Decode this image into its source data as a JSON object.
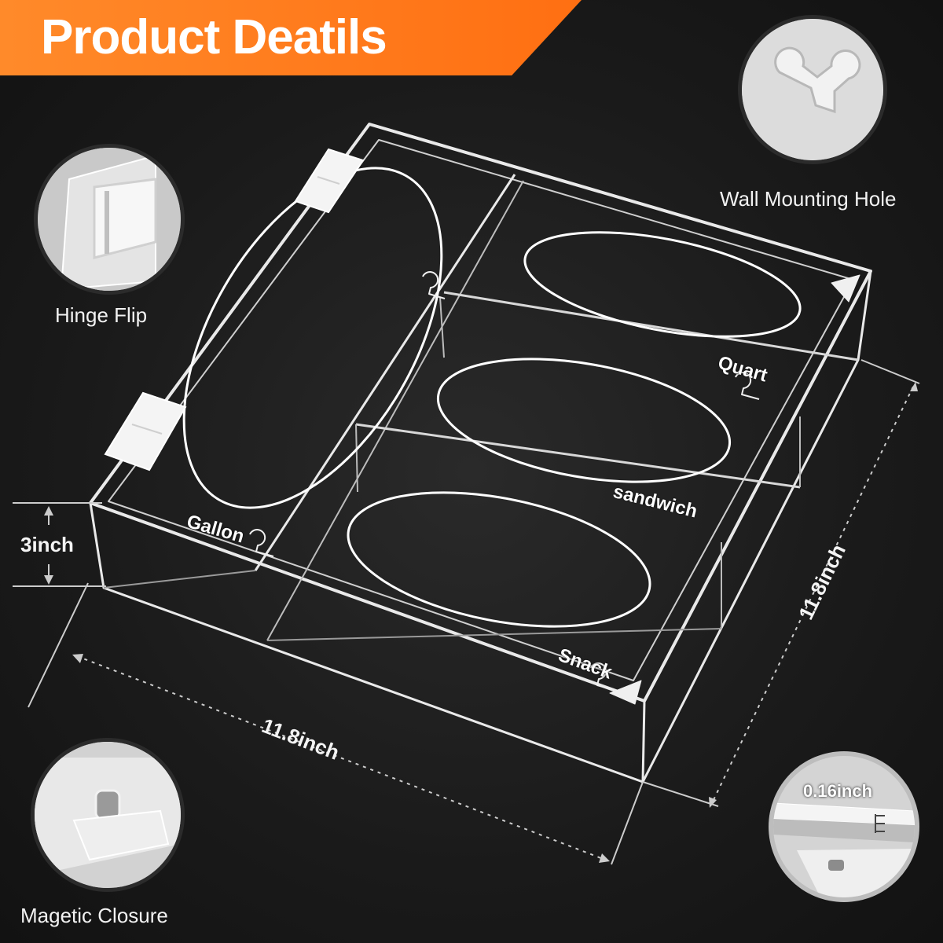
{
  "banner": {
    "title": "Product Deatils",
    "color": "#ff7a1c"
  },
  "features": {
    "hinge": {
      "label": "Hinge Flip",
      "icon": "hinge-icon"
    },
    "wall_mount": {
      "label": "Wall Mounting Hole",
      "icon": "wall-mount-hole-icon"
    },
    "magnetic": {
      "label": "Magetic Closure",
      "icon": "magnet-icon"
    },
    "thickness": {
      "label": "0.16inch",
      "icon": "thickness-icon"
    }
  },
  "dimensions": {
    "height": "3inch",
    "width": "11.8inch",
    "depth": "11.8inch"
  },
  "compartments": {
    "gallon": "Gallon",
    "quart": "Quart",
    "sandwich": "sandwich",
    "snack": "Snack"
  }
}
